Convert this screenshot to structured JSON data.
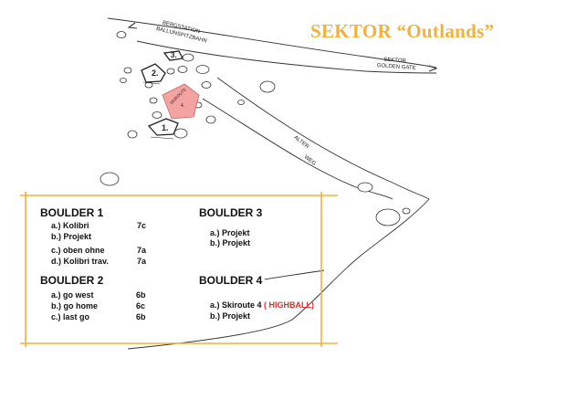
{
  "title": "SEKTOR “Outlands”",
  "map": {
    "top_road_label_line1": "BERGSTATION",
    "top_road_label_line2": "BALLUNSPITZBAHN",
    "right_road_label_line1": "SEKTOR",
    "right_road_label_line2": "GOLDEN GATE",
    "old_path_label_line1": "ALTER",
    "old_path_label_line2": "WEG",
    "marker_1": "1.",
    "marker_2": "2.",
    "marker_3": "3.",
    "marker_4": "4.",
    "marker_4_text": "SKIROUTE",
    "highlight_color": "#f4a3a3",
    "accent_color": "#f2b13a"
  },
  "legend": {
    "boulder1": {
      "title": "BOULDER 1",
      "routes": [
        {
          "name": "a.) Kolibri",
          "grade": "7c"
        },
        {
          "name": "b.) Projekt",
          "grade": ""
        },
        {
          "name": "c.) oben ohne",
          "grade": "7a"
        },
        {
          "name": "d.) Kolibri trav.",
          "grade": "7a"
        }
      ]
    },
    "boulder2": {
      "title": "BOULDER 2",
      "routes": [
        {
          "name": "a.)  go west",
          "grade": "6b"
        },
        {
          "name": "b.)  go home",
          "grade": "6c"
        },
        {
          "name": "c.)  last go",
          "grade": "6b"
        }
      ]
    },
    "boulder3": {
      "title": "BOULDER 3",
      "routes": [
        {
          "name": "a.) Projekt",
          "grade": ""
        },
        {
          "name": "b.) Projekt",
          "grade": ""
        }
      ]
    },
    "boulder4": {
      "title": "BOULDER 4",
      "routes": [
        {
          "name": "a.) Skiroute 4",
          "grade": "",
          "tag": "( HIGHBALL)"
        },
        {
          "name": "b.) Projekt",
          "grade": ""
        }
      ]
    }
  }
}
